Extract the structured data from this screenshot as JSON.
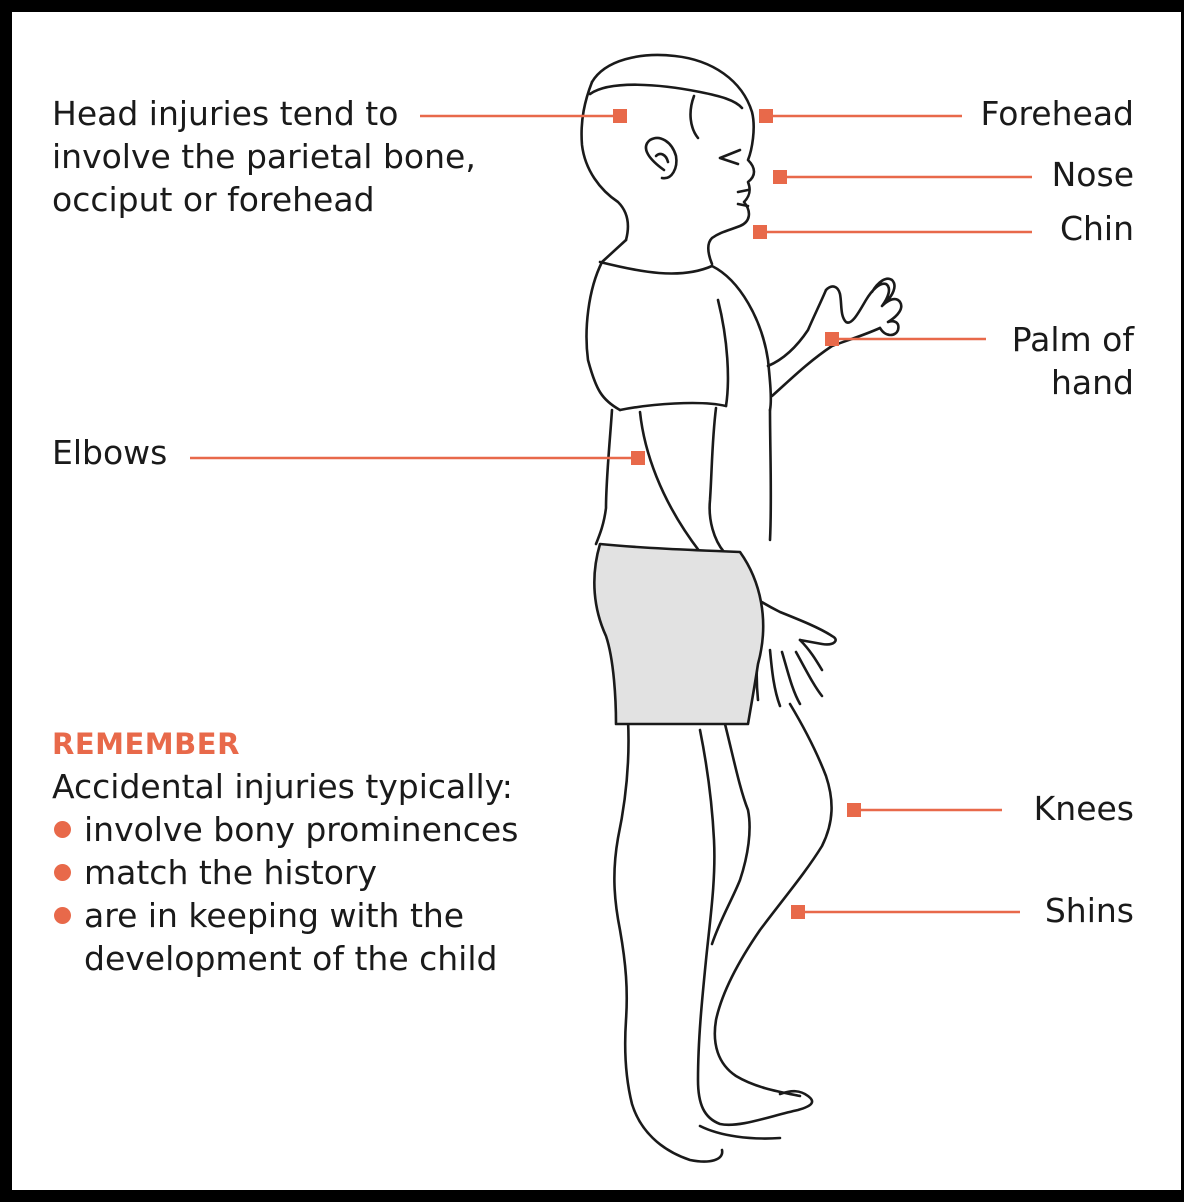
{
  "colors": {
    "accent": "#E8694A",
    "ink": "#1a1a1a",
    "shorts_fill": "#E2E2E2"
  },
  "labels": {
    "head_injuries": "Head injuries tend to\ninvolve the parietal bone,\nocciput or forehead",
    "forehead": "Forehead",
    "nose": "Nose",
    "chin": "Chin",
    "palm": "Palm of\nhand",
    "elbows": "Elbows",
    "knees": "Knees",
    "shins": "Shins"
  },
  "remember": {
    "title": "REMEMBER",
    "intro": "Accidental injuries typically:",
    "items": [
      "involve bony prominences",
      "match the history",
      "are in keeping with the\ndevelopment of the child"
    ]
  }
}
